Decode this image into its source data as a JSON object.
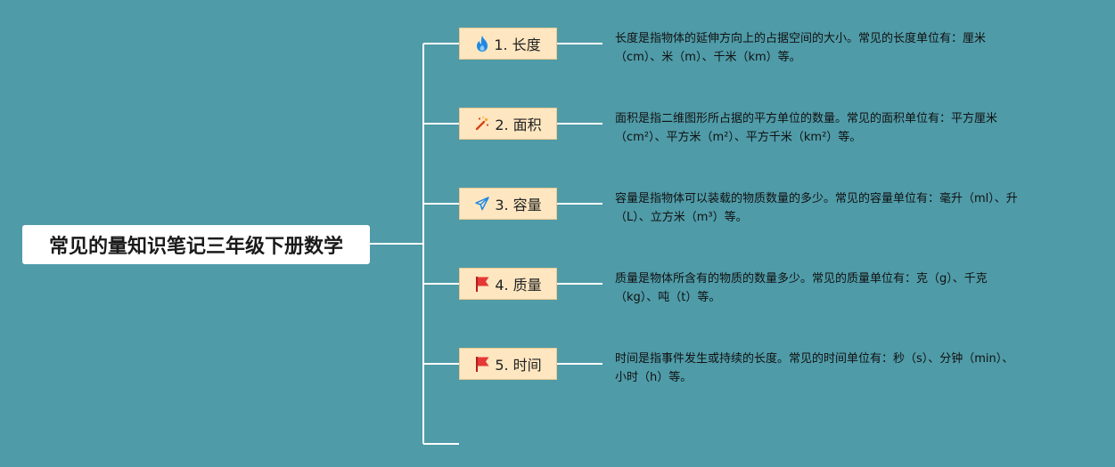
{
  "root": {
    "title": "常见的量知识笔记三年级下册数学"
  },
  "topics": [
    {
      "label": "1. 长度",
      "icon": "fire-icon",
      "icon_color": "#1e88e5",
      "description": "长度是指物体的延伸方向上的占据空间的大小。常见的长度单位有：厘米\n（cm）、米（m）、千米（km）等。"
    },
    {
      "label": "2. 面积",
      "icon": "magic-wand-icon",
      "icon_color": "#d84315",
      "description": "面积是指二维图形所占据的平方单位的数量。常见的面积单位有：平方厘米\n（cm²）、平方米（m²）、平方千米（km²）等。"
    },
    {
      "label": "3. 容量",
      "icon": "paper-plane-icon",
      "icon_color": "#1e88e5",
      "description": "容量是指物体可以装载的物质数量的多少。常见的容量单位有：毫升（ml）、升\n（L）、立方米（m³）等。"
    },
    {
      "label": "4. 质量",
      "icon": "flag-icon",
      "icon_color": "#e53935",
      "description": "质量是物体所含有的物质的数量多少。常见的质量单位有：克（g）、千克\n（kg）、吨（t）等。"
    },
    {
      "label": "5. 时间",
      "icon": "flag-icon",
      "icon_color": "#e53935",
      "description": "时间是指事件发生或持续的长度。常见的时间单位有：秒（s）、分钟（min）、\n小时（h）等。"
    }
  ],
  "colors": {
    "background": "#4f9ba8",
    "connector": "#ffffff",
    "topic_fill": "#fde6c0"
  }
}
